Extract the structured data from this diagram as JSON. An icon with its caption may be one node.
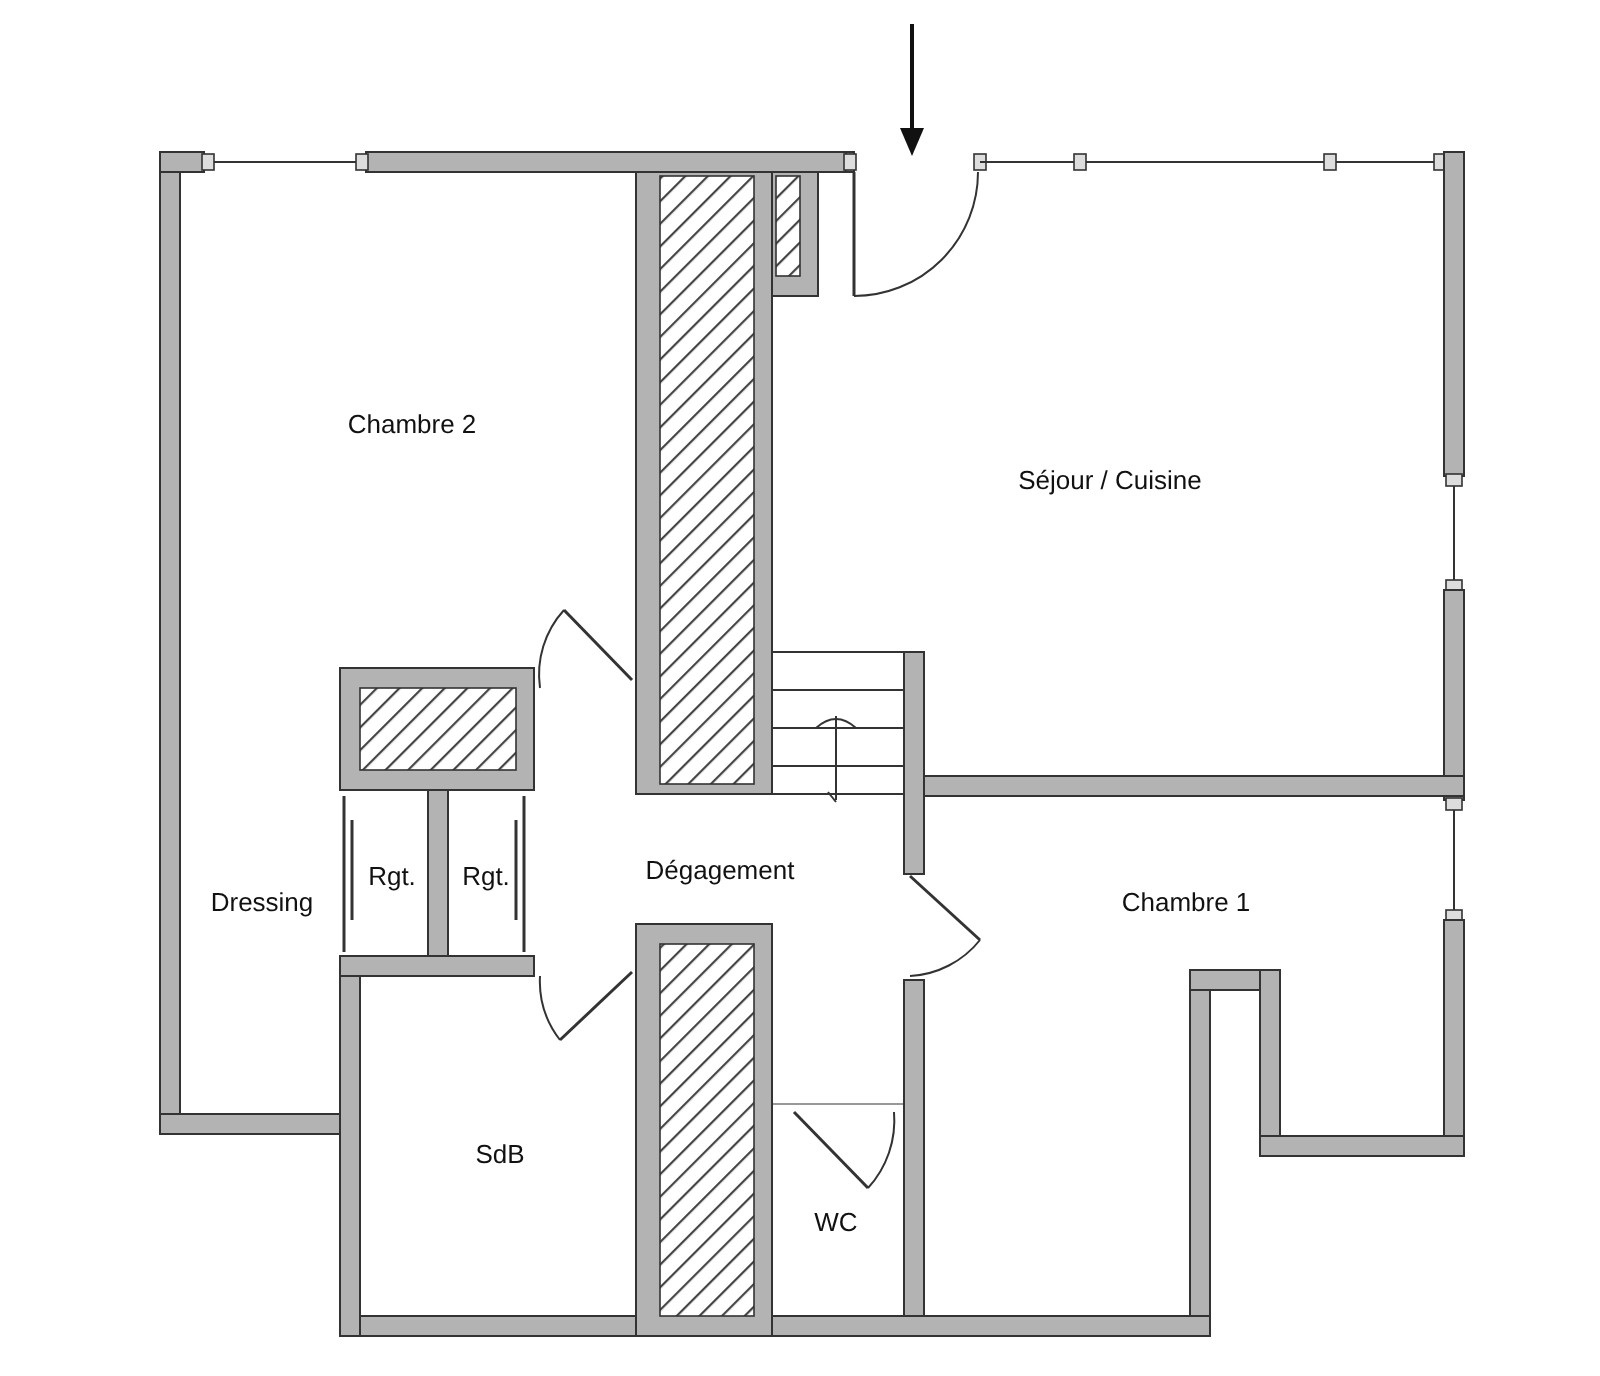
{
  "diagram": {
    "labels": [
      "Chambre 2",
      "Séjour / Cuisine",
      "Dressing",
      "Rgt.",
      "Rgt.",
      "Dégagement",
      "Chambre 1",
      "SdB",
      "WC"
    ]
  }
}
